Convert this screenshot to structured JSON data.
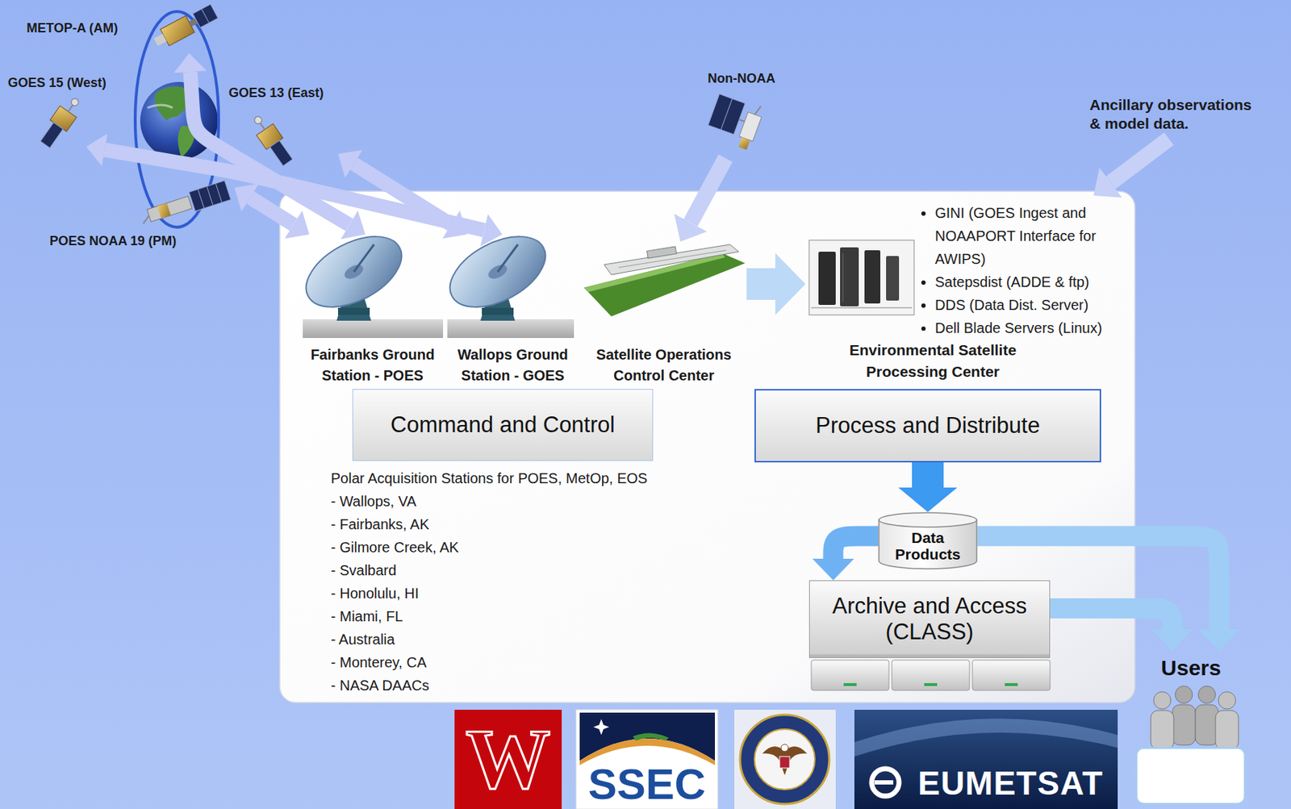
{
  "diagram": {
    "nodes": [
      {
        "text": [
          "METOP-A (AM)"
        ]
      },
      {
        "text": [
          "GOES 15 (West)"
        ]
      },
      {
        "text": [
          "GOES 13 (East)"
        ]
      },
      {
        "text": [
          "POES NOAA 19 (PM)"
        ]
      },
      {
        "text": [
          "Non-NOAA"
        ]
      },
      {
        "text": [
          "Ancillary observations & model data."
        ]
      },
      {
        "text": [
          "Fairbanks Ground Station - POES"
        ]
      },
      {
        "text": [
          "Wallops Ground Station - GOES"
        ]
      },
      {
        "text": [
          "Satellite Operations Control Center"
        ]
      },
      {
        "text": [
          "GINI (GOES Ingest and NOAAPORT Interface for AWIPS)",
          "Satepsdist (ADDE & ftp)",
          "DDS (Data Dist. Server)",
          "Dell Blade Servers (Linux)",
          "Environmental Satellite Processing Center"
        ]
      },
      {
        "text": [
          "Command and Control"
        ]
      },
      {
        "text": [
          "Process and Distribute"
        ]
      },
      {
        "text": [
          "Data Products"
        ]
      },
      {
        "text": [
          "Archive and Access (CLASS)"
        ]
      },
      {
        "text": [
          "Users"
        ]
      }
    ],
    "edges": [
      {
        "from": 0,
        "to": 6,
        "arrow": "both"
      },
      {
        "from": 3,
        "to": 6,
        "arrow": "both"
      },
      {
        "from": 1,
        "to": 7,
        "arrow": "both"
      },
      {
        "from": 2,
        "to": 7,
        "arrow": "both"
      },
      {
        "from": 4,
        "to": 8,
        "arrow": "to"
      },
      {
        "from": 5,
        "to": 9,
        "arrow": "to"
      },
      {
        "from": 8,
        "to": 9,
        "arrow": "to"
      },
      {
        "from": 11,
        "to": 12,
        "arrow": "to"
      },
      {
        "from": 12,
        "to": 13,
        "arrow": "to"
      },
      {
        "from": 12,
        "to": 14,
        "arrow": "to"
      },
      {
        "from": 13,
        "to": 14,
        "arrow": "to"
      }
    ],
    "labels": [
      "Polar Acquisition Stations for POES, MetOp, EOS",
      "- Wallops, VA",
      "- Fairbanks, AK",
      "- Gilmore Creek, AK",
      "- Svalbard",
      "- Honolulu, HI",
      "- Miami, FL",
      "- Australia",
      "- Monterey, CA",
      "- NASA DAACs",
      "W",
      "SSEC",
      "EUMETSAT"
    ]
  }
}
